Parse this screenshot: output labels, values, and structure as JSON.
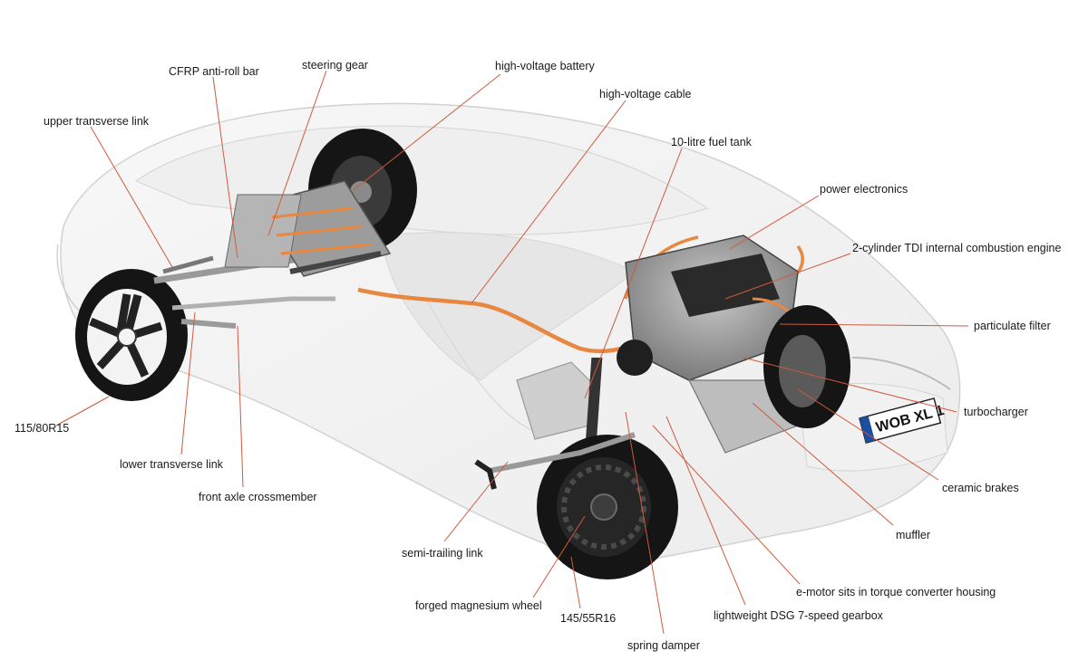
{
  "labels": {
    "upper_transverse_link": "upper transverse link",
    "cfrp_anti_roll_bar": "CFRP anti-roll bar",
    "steering_gear": "steering gear",
    "high_voltage_battery": "high-voltage battery",
    "high_voltage_cable": "high-voltage cable",
    "fuel_tank": "10-litre fuel tank",
    "power_electronics": "power electronics",
    "tdi_engine": "2-cylinder TDI internal combustion engine",
    "particulate_filter": "particulate filter",
    "turbocharger": "turbocharger",
    "ceramic_brakes": "ceramic brakes",
    "muffler": "muffler",
    "e_motor": "e-motor sits in torque converter housing",
    "dsg_gearbox": "lightweight DSG 7-speed gearbox",
    "spring_damper": "spring damper",
    "rear_tyre": "145/55R16",
    "forged_wheel": "forged magnesium wheel",
    "semi_trailing_link": "semi-trailing link",
    "front_axle_crossmember": "front axle crossmember",
    "lower_transverse_link": "lower transverse link",
    "front_tyre": "115/80R15"
  },
  "plate_text": "WOB XL 1",
  "colors": {
    "leader": "#cf5a3c",
    "cable": "#e8873f",
    "body_outline": "#d2d2d2",
    "tyre": "#151515"
  }
}
